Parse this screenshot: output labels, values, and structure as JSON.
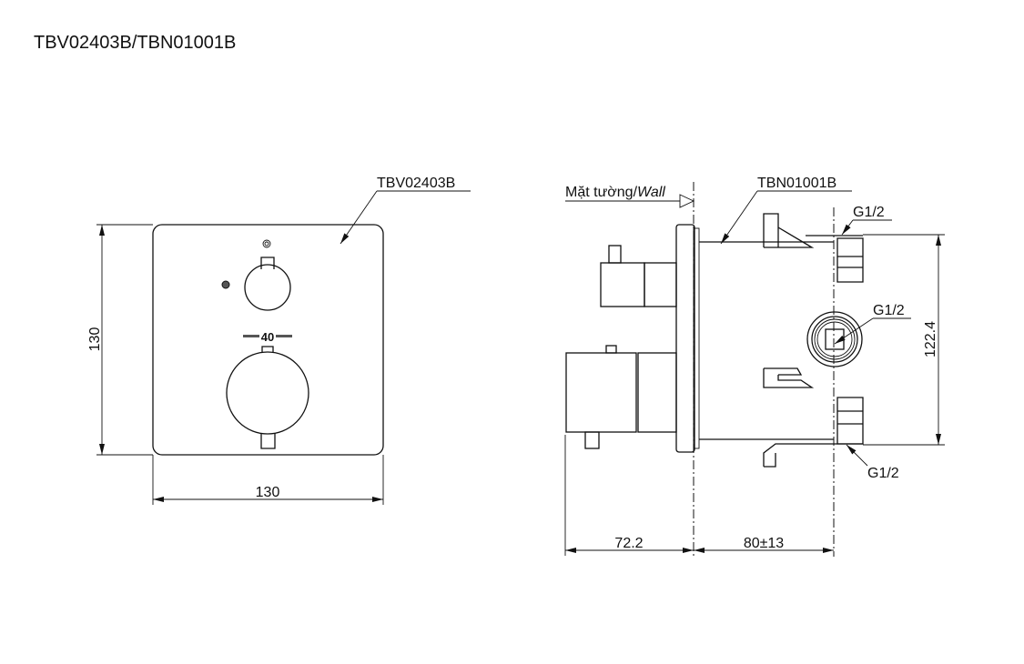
{
  "title": "TBV02403B/TBN01001B",
  "front_view": {
    "part_label": "TBV02403B",
    "temperature_mark": "40",
    "width_dim": "130",
    "height_dim": "130"
  },
  "side_view": {
    "wall_label_vi": "Mặt tường/",
    "wall_label_en": "Wall",
    "part_label": "TBN01001B",
    "thread_top": "G1/2",
    "thread_middle": "G1/2",
    "thread_bottom": "G1/2",
    "height_dim": "122.4",
    "front_depth_dim": "72.2",
    "rear_depth_dim": "80±13"
  },
  "colors": {
    "line": "#111111",
    "background": "#ffffff"
  }
}
